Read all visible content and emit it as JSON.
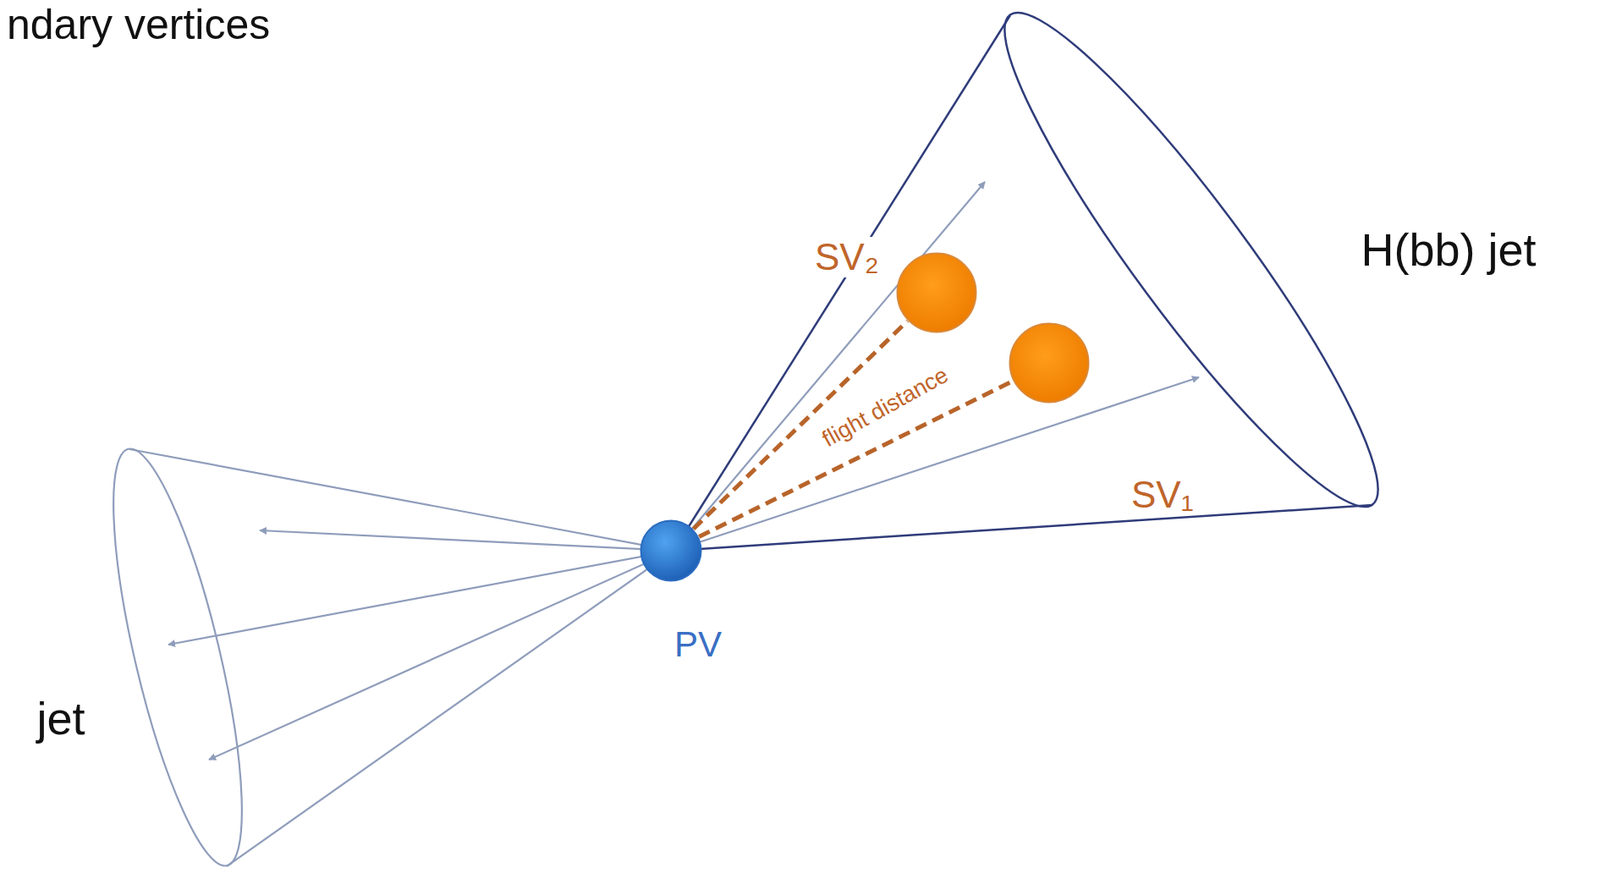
{
  "diagram": {
    "nodes": [
      {
        "text": [
          "PV"
        ]
      },
      {
        "text": [
          "SV₂"
        ]
      },
      {
        "text": [
          "SV₁"
        ]
      }
    ],
    "edges": [
      {
        "from": 0,
        "to": 1,
        "arrow": "none"
      },
      {
        "from": 0,
        "to": 2,
        "arrow": "none"
      }
    ],
    "labels": [
      "ndary vertices",
      "H(bb) jet",
      "jet",
      "flight distance"
    ]
  }
}
